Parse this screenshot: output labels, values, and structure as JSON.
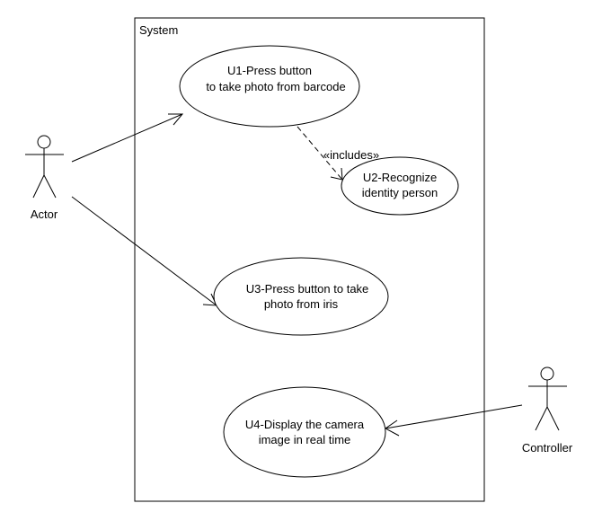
{
  "system": {
    "label": "System"
  },
  "actors": [
    {
      "id": "actor",
      "label": "Actor"
    },
    {
      "id": "controller",
      "label": "Controller"
    }
  ],
  "use_cases": [
    {
      "id": "u1",
      "lines": [
        "U1-Press button",
        "to take photo from barcode"
      ]
    },
    {
      "id": "u2",
      "lines": [
        "U2-Recognize",
        "identity person"
      ]
    },
    {
      "id": "u3",
      "lines": [
        "U3-Press button to take",
        "photo from iris"
      ]
    },
    {
      "id": "u4",
      "lines": [
        "U4-Display the camera",
        "image in real time"
      ]
    }
  ],
  "relations": [
    {
      "from": "actor",
      "to": "u1",
      "type": "association"
    },
    {
      "from": "actor",
      "to": "u3",
      "type": "association"
    },
    {
      "from": "controller",
      "to": "u4",
      "type": "association"
    },
    {
      "from": "u1",
      "to": "u2",
      "type": "include",
      "label": "«includes»"
    }
  ]
}
